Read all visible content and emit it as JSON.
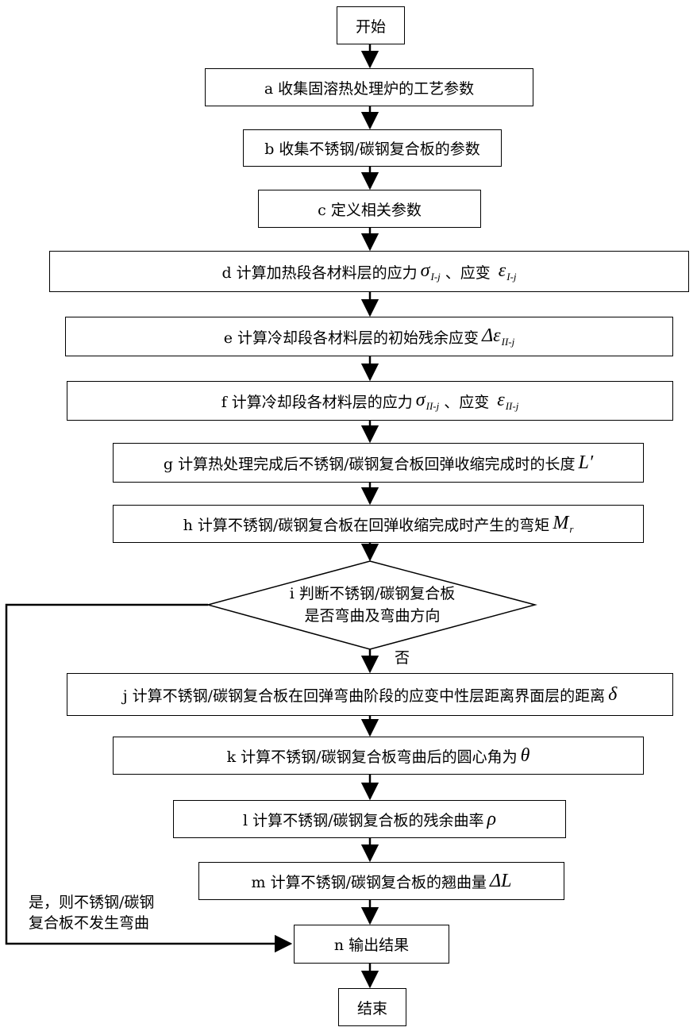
{
  "flowchart": {
    "start": "开始",
    "steps": {
      "a": "a 收集固溶热处理炉的工艺参数",
      "b": "b 收集不锈钢/碳钢复合板的参数",
      "c": "c  定义相关参数",
      "d": {
        "text": "d 计算加热段各材料层的应力",
        "sym1": "σ",
        "sub1": "I-j",
        "mid": "、应变",
        "sym2": "ε",
        "sub2": "I-j"
      },
      "e": {
        "text": "e 计算冷却段各材料层的初始残余应变",
        "sym1": "Δε",
        "sub1": "II-j"
      },
      "f": {
        "text": "f 计算冷却段各材料层的应力",
        "sym1": "σ",
        "sub1": "II-j",
        "mid": "、应变",
        "sym2": "ε",
        "sub2": "II-j"
      },
      "g": {
        "text": "g 计算热处理完成后不锈钢/碳钢复合板回弹收缩完成时的长度",
        "sym1": "L′"
      },
      "h": {
        "text": "h 计算不锈钢/碳钢复合板在回弹收缩完成时产生的弯矩",
        "sym1": "M",
        "sub1": "r"
      },
      "i": {
        "line1": "i 判断不锈钢/碳钢复合板",
        "line2": "是否弯曲及弯曲方向"
      },
      "j": {
        "text": "j 计算不锈钢/碳钢复合板在回弹弯曲阶段的应变中性层距离界面层的距离",
        "sym1": "δ"
      },
      "k": {
        "text": "k 计算不锈钢/碳钢复合板弯曲后的圆心角为",
        "sym1": "θ"
      },
      "l": {
        "text": "l 计算不锈钢/碳钢复合板的残余曲率",
        "sym1": "ρ"
      },
      "m": {
        "text": "m 计算不锈钢/碳钢复合板的翘曲量",
        "sym1": "ΔL"
      },
      "n": "n  输出结果"
    },
    "no_label": "否",
    "yes_label_line1": "是，则不锈钢/碳钢",
    "yes_label_line2": "复合板不发生弯曲",
    "end": "结束"
  }
}
